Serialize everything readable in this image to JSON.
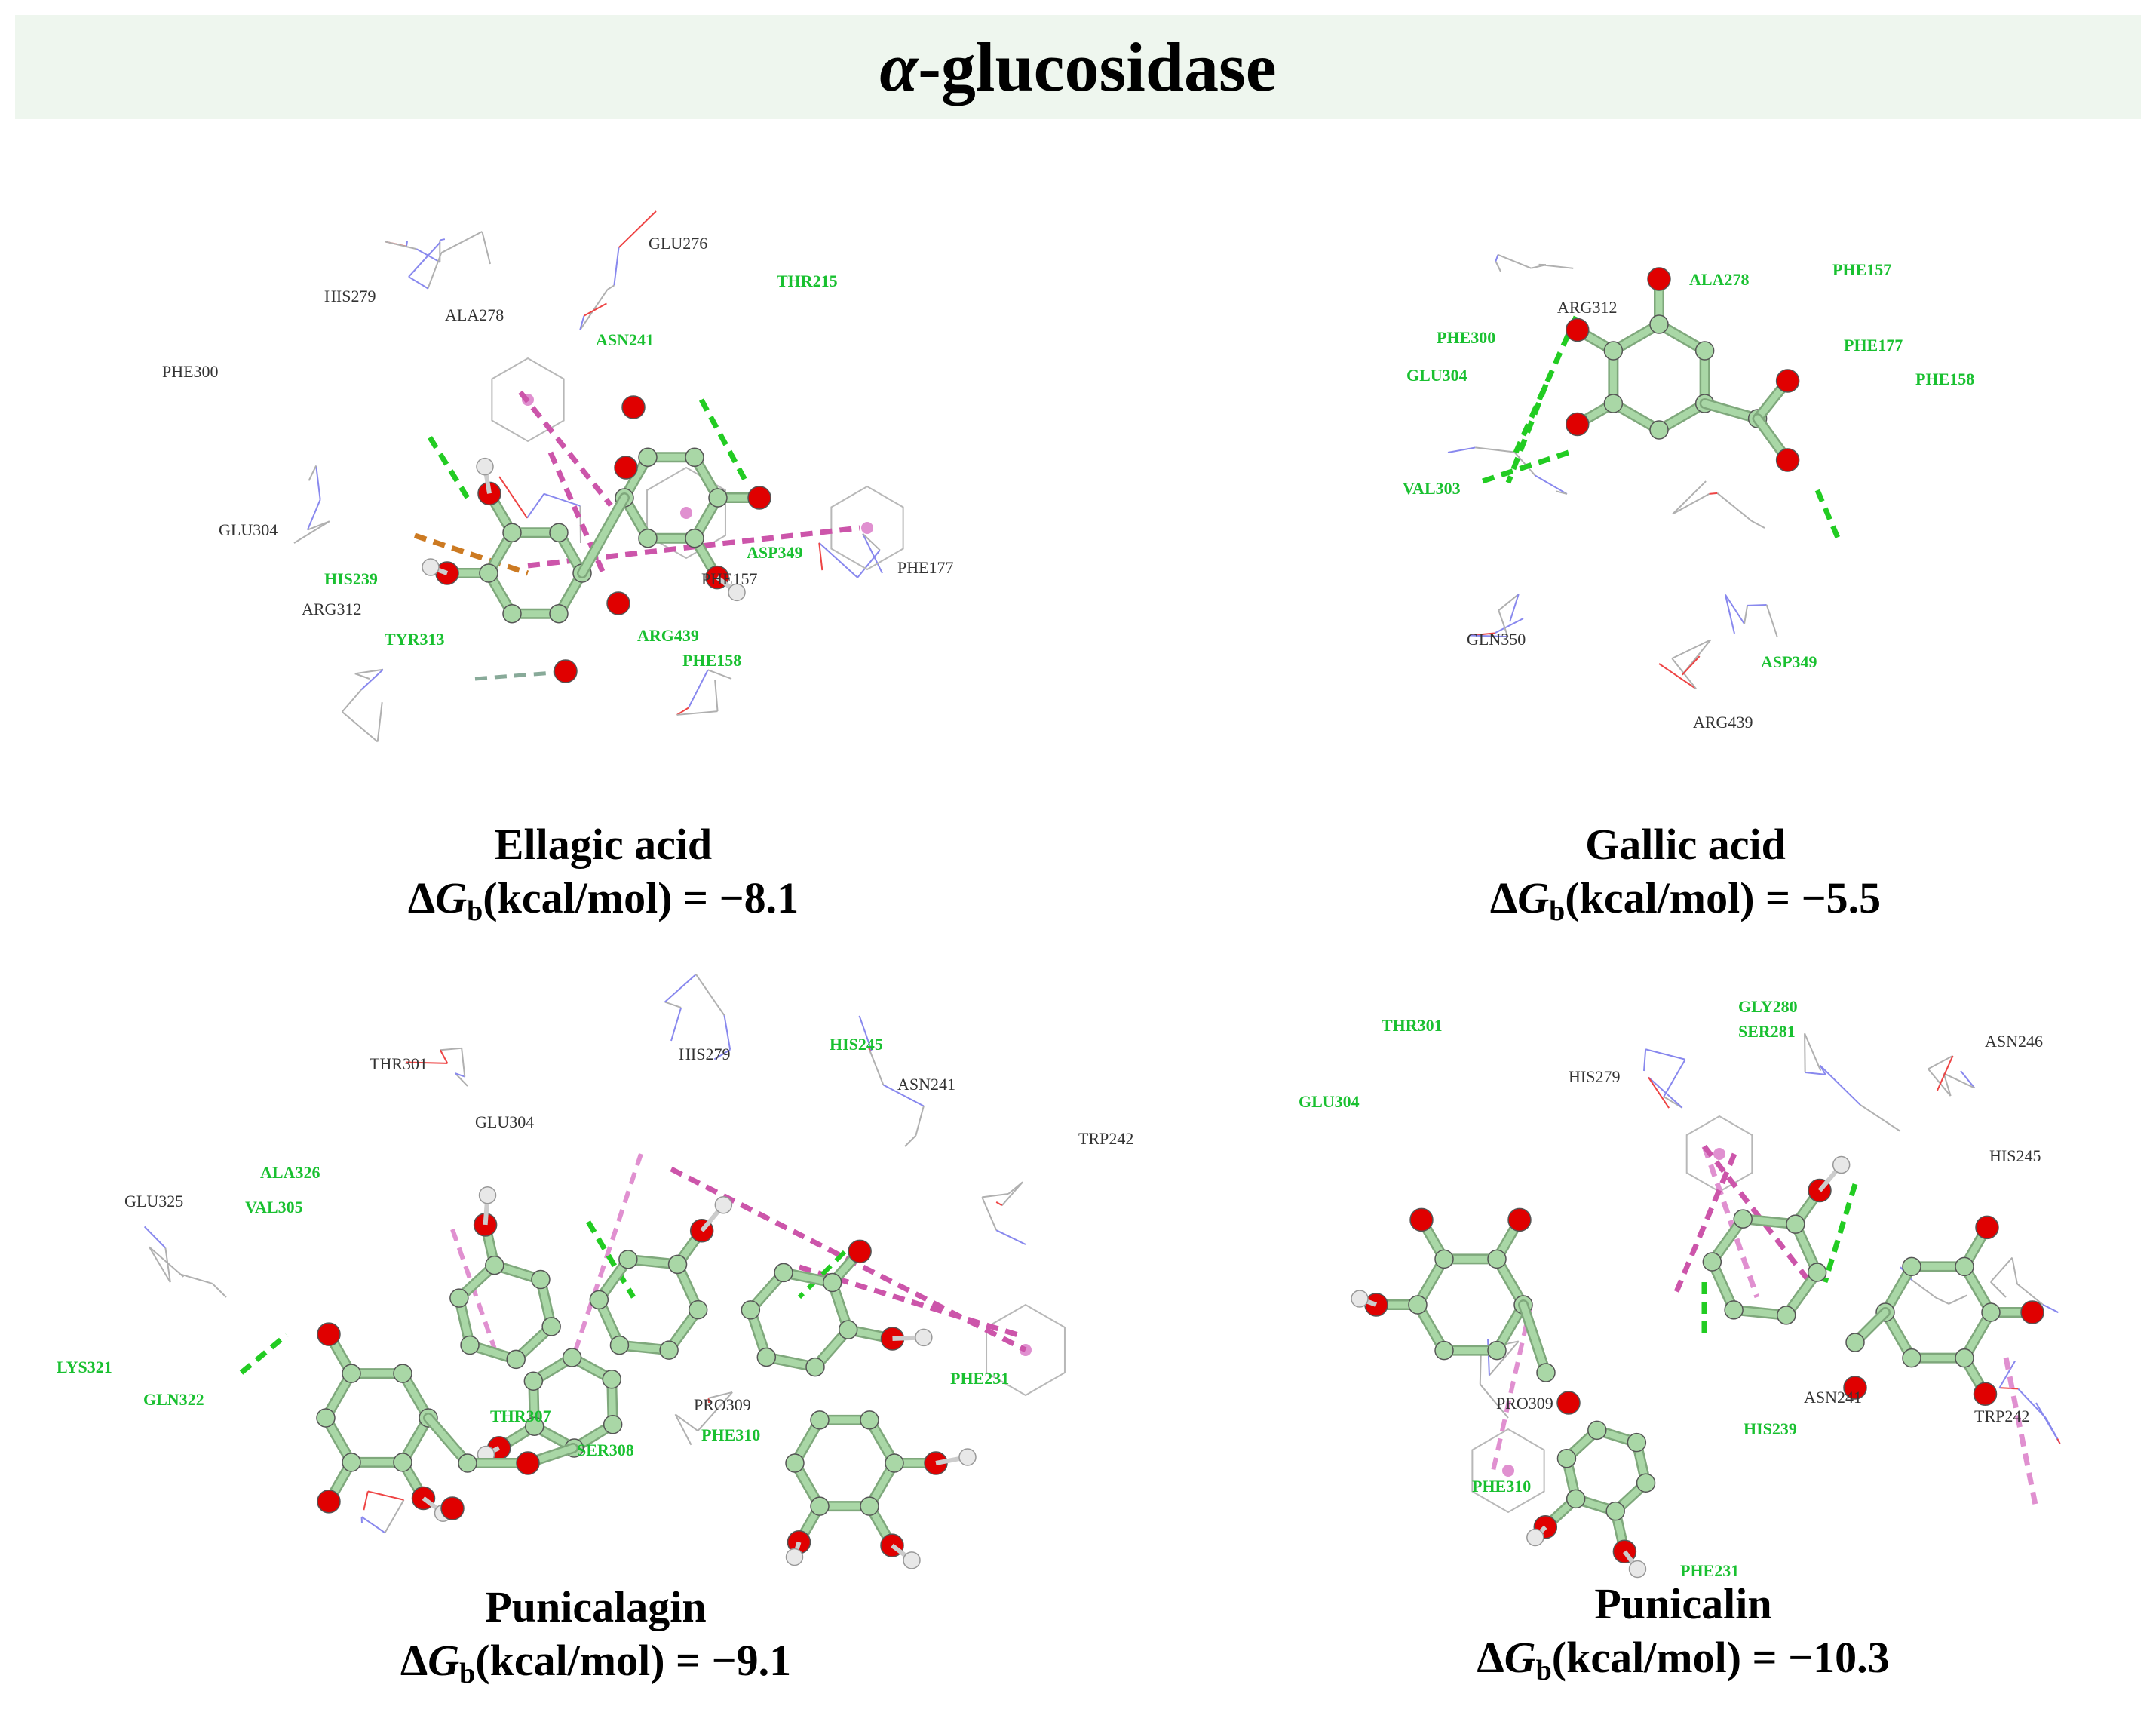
{
  "header": {
    "enzyme": "α",
    "enzyme_rest": "-glucosidase"
  },
  "dg_label": {
    "delta": "Δ",
    "g": "G",
    "sub": "b",
    "unit": "(kcal/mol) = "
  },
  "colors": {
    "hbond": "#22cc22",
    "pi": "#cc55aa",
    "pi_alkyl": "#e090d0",
    "carbon": "#a9d7a6",
    "oxygen": "#e00000",
    "hydrogen": "#e8e8e8",
    "green_label": "#19c030",
    "header_bg": "#eef6ee"
  },
  "panels": [
    {
      "id": "ellagic",
      "name": "Ellagic acid",
      "dg": "−8.1",
      "residues_green": [
        "THR215",
        "ASN241",
        "ASP349",
        "HIS239",
        "TYR313",
        "ARG439",
        "PHE158"
      ],
      "residues_black": [
        "GLU276",
        "HIS279",
        "ALA278",
        "PHE300",
        "GLU304",
        "PHE157",
        "PHE177",
        "ARG312"
      ]
    },
    {
      "id": "gallic",
      "name": "Gallic acid",
      "dg": "−5.5",
      "residues_green": [
        "ALA278",
        "PHE157",
        "PHE300",
        "GLU304",
        "PHE177",
        "PHE158",
        "VAL303",
        "ASP349"
      ],
      "residues_black": [
        "ARG312",
        "GLN350",
        "ARG439"
      ]
    },
    {
      "id": "punicalagin",
      "name": "Punicalagin",
      "dg": "−9.1",
      "residues_green": [
        "HIS245",
        "ALA326",
        "VAL305",
        "LYS321",
        "GLN322",
        "THR307",
        "SER308",
        "PHE310",
        "PHE231"
      ],
      "residues_black": [
        "THR301",
        "HIS279",
        "ASN241",
        "GLU304",
        "GLU325",
        "TRP242",
        "PRO309"
      ]
    },
    {
      "id": "punicalin",
      "name": "Punicalin",
      "dg": "−10.3",
      "residues_green": [
        "THR301",
        "GLY280",
        "SER281",
        "GLU304",
        "HIS239",
        "PHE310",
        "PHE231"
      ],
      "residues_black": [
        "ASN246",
        "HIS279",
        "HIS245",
        "PRO309",
        "ASN241",
        "TRP242"
      ]
    }
  ]
}
